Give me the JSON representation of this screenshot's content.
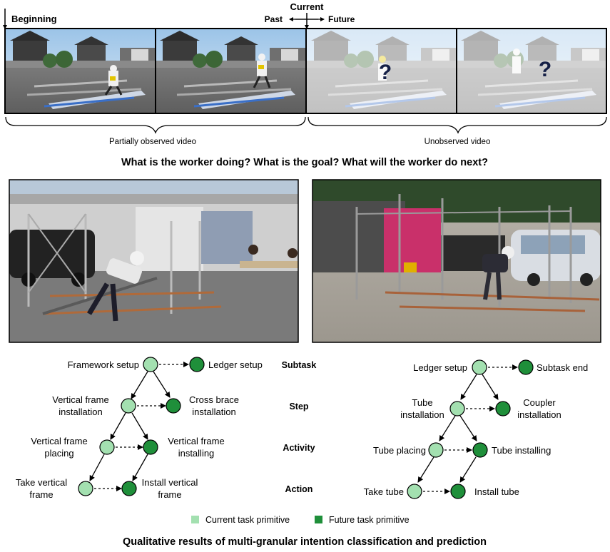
{
  "timeline": {
    "beginning": "Beginning",
    "current": "Current",
    "past": "Past",
    "future": "Future",
    "unknown_mark": "?",
    "partial_label": "Partially observed video",
    "unobserved_label": "Unobserved video"
  },
  "question": "What is the worker doing? What is the goal? What will the worker do next?",
  "levels": {
    "subtask": "Subtask",
    "step": "Step",
    "activity": "Activity",
    "action": "Action"
  },
  "left_tree": {
    "subtask_current": "Framework setup",
    "subtask_future": "Ledger setup",
    "step_current_l1": "Vertical frame",
    "step_current_l2": "installation",
    "step_future_l1": "Cross brace",
    "step_future_l2": "installation",
    "activity_current_l1": "Vertical frame",
    "activity_current_l2": "placing",
    "activity_future_l1": "Vertical frame",
    "activity_future_l2": "installing",
    "action_current_l1": "Take vertical",
    "action_current_l2": "frame",
    "action_future_l1": "Install vertical",
    "action_future_l2": "frame"
  },
  "right_tree": {
    "subtask_current": "Ledger setup",
    "subtask_future": "Subtask end",
    "step_current_l1": "Tube",
    "step_current_l2": "installation",
    "step_future_l1": "Coupler",
    "step_future_l2": "installation",
    "activity_current": "Tube placing",
    "activity_future": "Tube installing",
    "action_current": "Take tube",
    "action_future": "Install tube"
  },
  "legend": {
    "current": "Current task primitive",
    "future": "Future task primitive",
    "current_color": "#a3e0b0",
    "future_color": "#1f8f3a"
  },
  "caption": "Qualitative results of multi-granular intention classification and prediction"
}
